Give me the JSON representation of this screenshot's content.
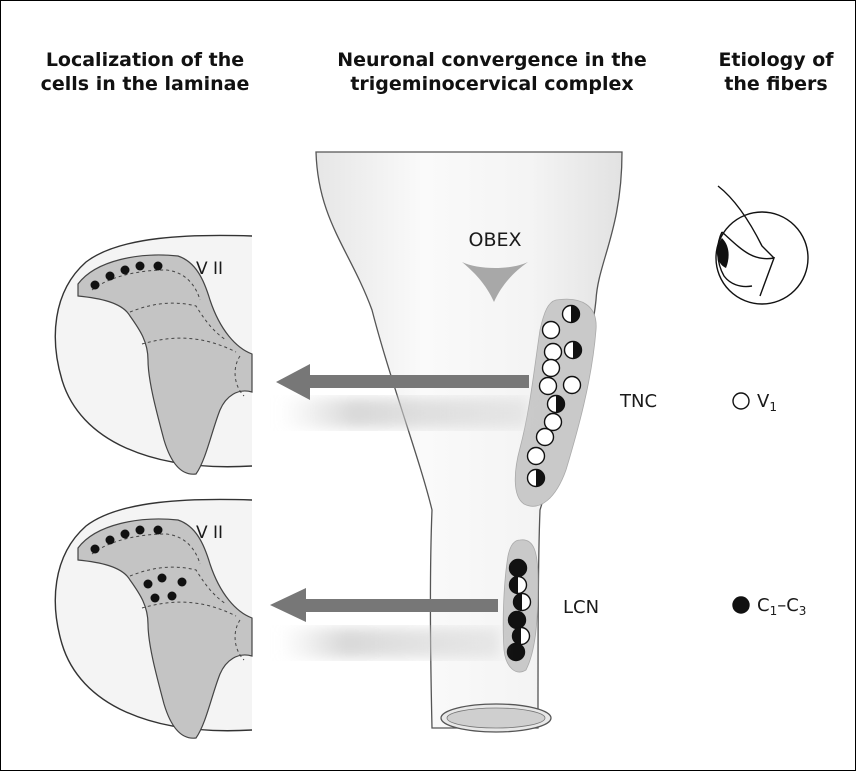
{
  "headers": {
    "left_line1": "Localization of the",
    "left_line2": "cells in the laminae",
    "center_line1": "Neuronal convergence in the",
    "center_line2": "trigeminocervical complex",
    "right_line1": "Etiology of",
    "right_line2": "the fibers"
  },
  "labels": {
    "obex": "OBEX",
    "tnc": "TNC",
    "lcn": "LCN",
    "lamina_top": "V II",
    "lamina_bottom": "V II"
  },
  "legend": {
    "open_circle_label": "V",
    "open_circle_sub": "1",
    "filled_circle_label": "C",
    "filled_circle_sub1": "1",
    "filled_circle_dash": "–C",
    "filled_circle_sub2": "3"
  },
  "colors": {
    "brainstem_fill": "#f1f1f1",
    "nucleus_fill": "#c9c9c9",
    "lamina_fill": "#c4c4c4",
    "arrow": "#777777",
    "outline": "#555555"
  },
  "icons": {
    "eye": "eye-icon",
    "open_circle": "open-circle-icon",
    "filled_circle": "filled-circle-icon",
    "half_circle": "half-filled-circle-icon"
  }
}
